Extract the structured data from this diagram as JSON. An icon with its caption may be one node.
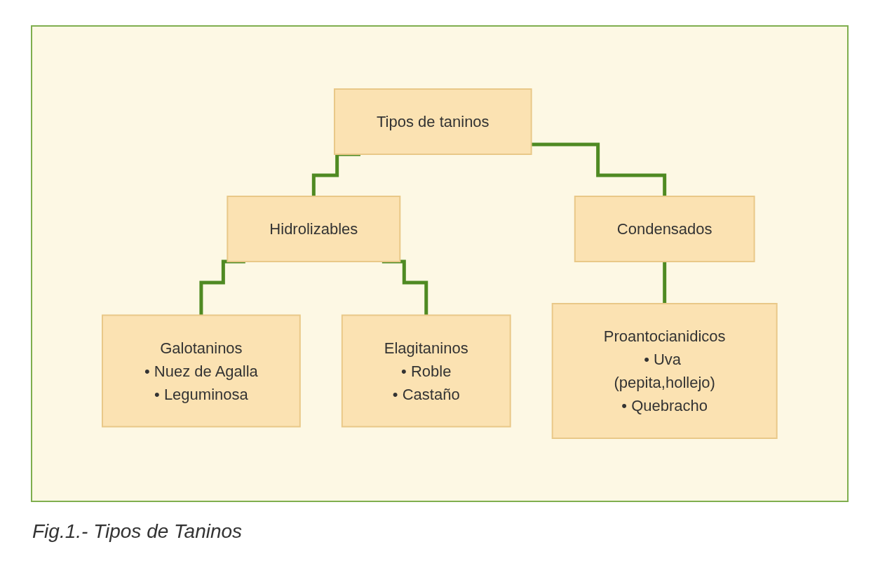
{
  "diagram": {
    "caption": "Fig.1.- Tipos de Taninos",
    "nodes": [
      {
        "text": [
          "Tipos de taninos"
        ]
      },
      {
        "text": [
          "Hidrolizables"
        ]
      },
      {
        "text": [
          "Condensados"
        ]
      },
      {
        "text": [
          "Galotaninos",
          "• Nuez de Agalla",
          "• Leguminosa"
        ]
      },
      {
        "text": [
          "Elagitaninos",
          "• Roble",
          "• Castaño"
        ]
      },
      {
        "text": [
          "Proantocianidicos",
          "• Uva (pepita,hollejo)",
          "• Quebracho"
        ]
      }
    ],
    "edges": [
      {
        "from": 0,
        "to": 1,
        "arrow": "none"
      },
      {
        "from": 0,
        "to": 2,
        "arrow": "none"
      },
      {
        "from": 1,
        "to": 3,
        "arrow": "none"
      },
      {
        "from": 1,
        "to": 4,
        "arrow": "none"
      },
      {
        "from": 2,
        "to": 5,
        "arrow": "none"
      }
    ]
  }
}
